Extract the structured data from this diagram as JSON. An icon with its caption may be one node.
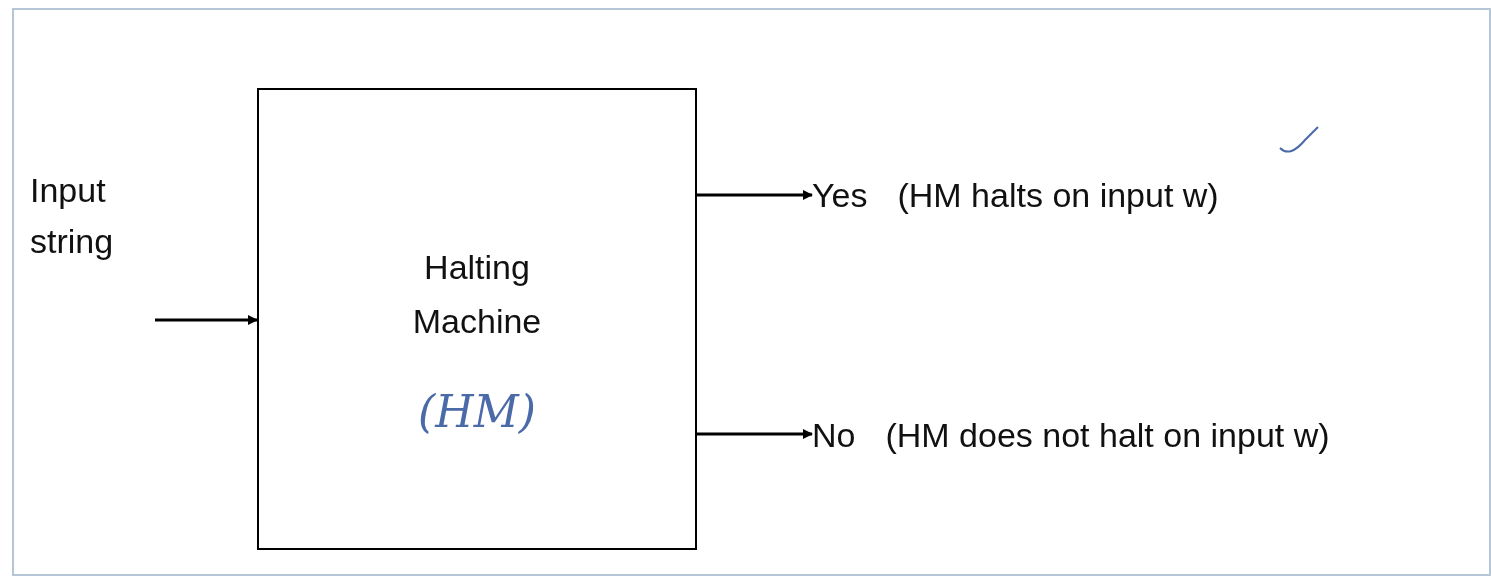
{
  "diagram": {
    "nodes": [
      {
        "text": [
          "Input string"
        ]
      },
      {
        "text": [
          "Halting Machine",
          "(HM)"
        ]
      },
      {
        "text": [
          "Yes",
          "(HM halts on input w)"
        ]
      },
      {
        "text": [
          "No",
          "(HM does not halt on input w)"
        ]
      }
    ],
    "edges": [
      {
        "from": 0,
        "to": 1,
        "arrow": "to"
      },
      {
        "from": 1,
        "to": 2,
        "arrow": "to"
      },
      {
        "from": 1,
        "to": 3,
        "arrow": "to"
      }
    ]
  }
}
